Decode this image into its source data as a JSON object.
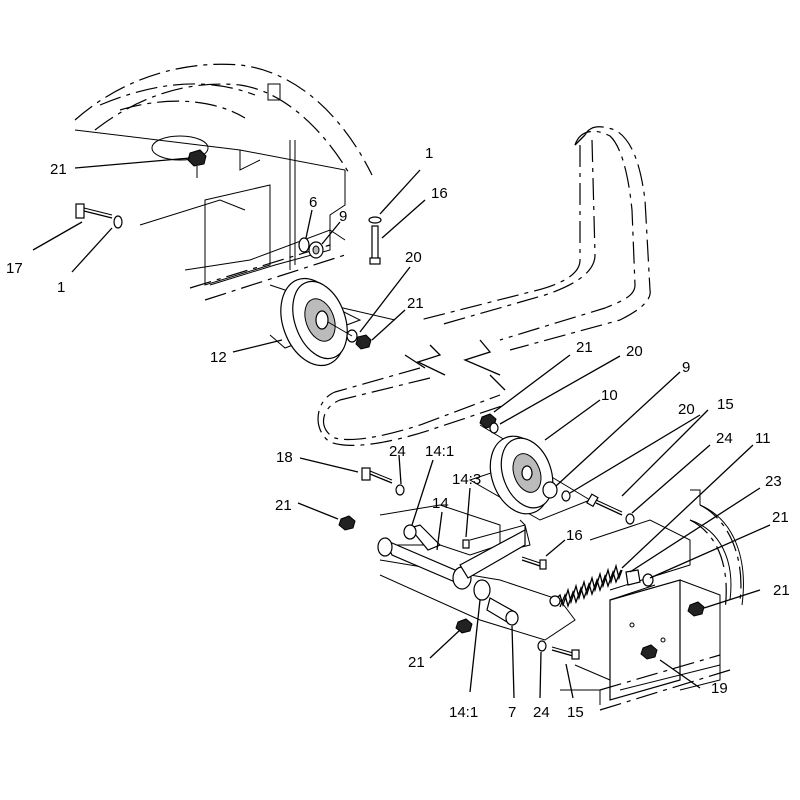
{
  "callouts": [
    {
      "id": "c1a",
      "text": "21"
    },
    {
      "id": "c1b",
      "text": "1"
    },
    {
      "id": "c1c",
      "text": "16"
    },
    {
      "id": "c1d",
      "text": "17"
    },
    {
      "id": "c1e",
      "text": "1"
    },
    {
      "id": "c1f",
      "text": "6"
    },
    {
      "id": "c1g",
      "text": "9"
    },
    {
      "id": "c1h",
      "text": "20"
    },
    {
      "id": "c1i",
      "text": "21"
    },
    {
      "id": "c1j",
      "text": "12"
    },
    {
      "id": "c2a",
      "text": "21"
    },
    {
      "id": "c2b",
      "text": "20"
    },
    {
      "id": "c2c",
      "text": "9"
    },
    {
      "id": "c2d",
      "text": "10"
    },
    {
      "id": "c2e",
      "text": "20"
    },
    {
      "id": "c2f",
      "text": "15"
    },
    {
      "id": "c2g",
      "text": "24"
    },
    {
      "id": "c2h",
      "text": "11"
    },
    {
      "id": "c2i",
      "text": "23"
    },
    {
      "id": "c2j",
      "text": "18"
    },
    {
      "id": "c2k",
      "text": "24"
    },
    {
      "id": "c2l",
      "text": "14:1"
    },
    {
      "id": "c2m",
      "text": "14:3"
    },
    {
      "id": "c2n",
      "text": "21"
    },
    {
      "id": "c2o",
      "text": "14"
    },
    {
      "id": "c2p",
      "text": "16"
    },
    {
      "id": "c2q",
      "text": "21"
    },
    {
      "id": "c2r",
      "text": "21"
    },
    {
      "id": "c2s",
      "text": "21"
    },
    {
      "id": "c2t",
      "text": "19"
    },
    {
      "id": "c3a",
      "text": "14:1"
    },
    {
      "id": "c3b",
      "text": "7"
    },
    {
      "id": "c3c",
      "text": "24"
    },
    {
      "id": "c3d",
      "text": "15"
    }
  ]
}
